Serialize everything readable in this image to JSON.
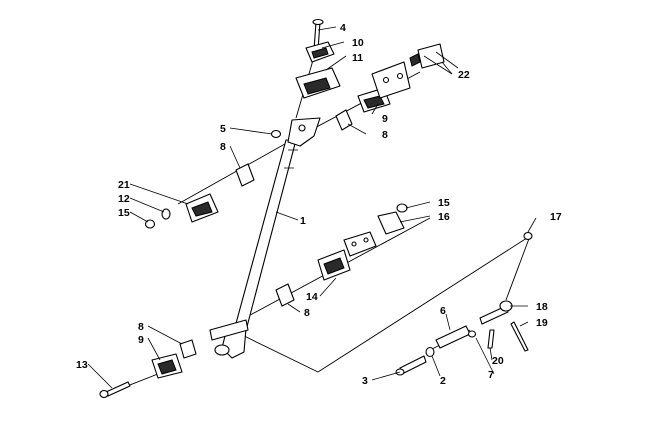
{
  "callouts": {
    "c1": "1",
    "c2": "2",
    "c3": "3",
    "c4": "4",
    "c5": "5",
    "c6": "6",
    "c7": "7",
    "c8a": "8",
    "c8b": "8",
    "c8c": "8",
    "c8d": "8",
    "c9a": "9",
    "c9b": "9",
    "c10": "10",
    "c11": "11",
    "c12": "12",
    "c13": "13",
    "c14": "14",
    "c15a": "15",
    "c15b": "15",
    "c16": "16",
    "c17": "17",
    "c18": "18",
    "c19": "19",
    "c20": "20",
    "c21": "21",
    "c22": "22"
  },
  "colors": {
    "ink": "#000000",
    "background": "#ffffff"
  }
}
